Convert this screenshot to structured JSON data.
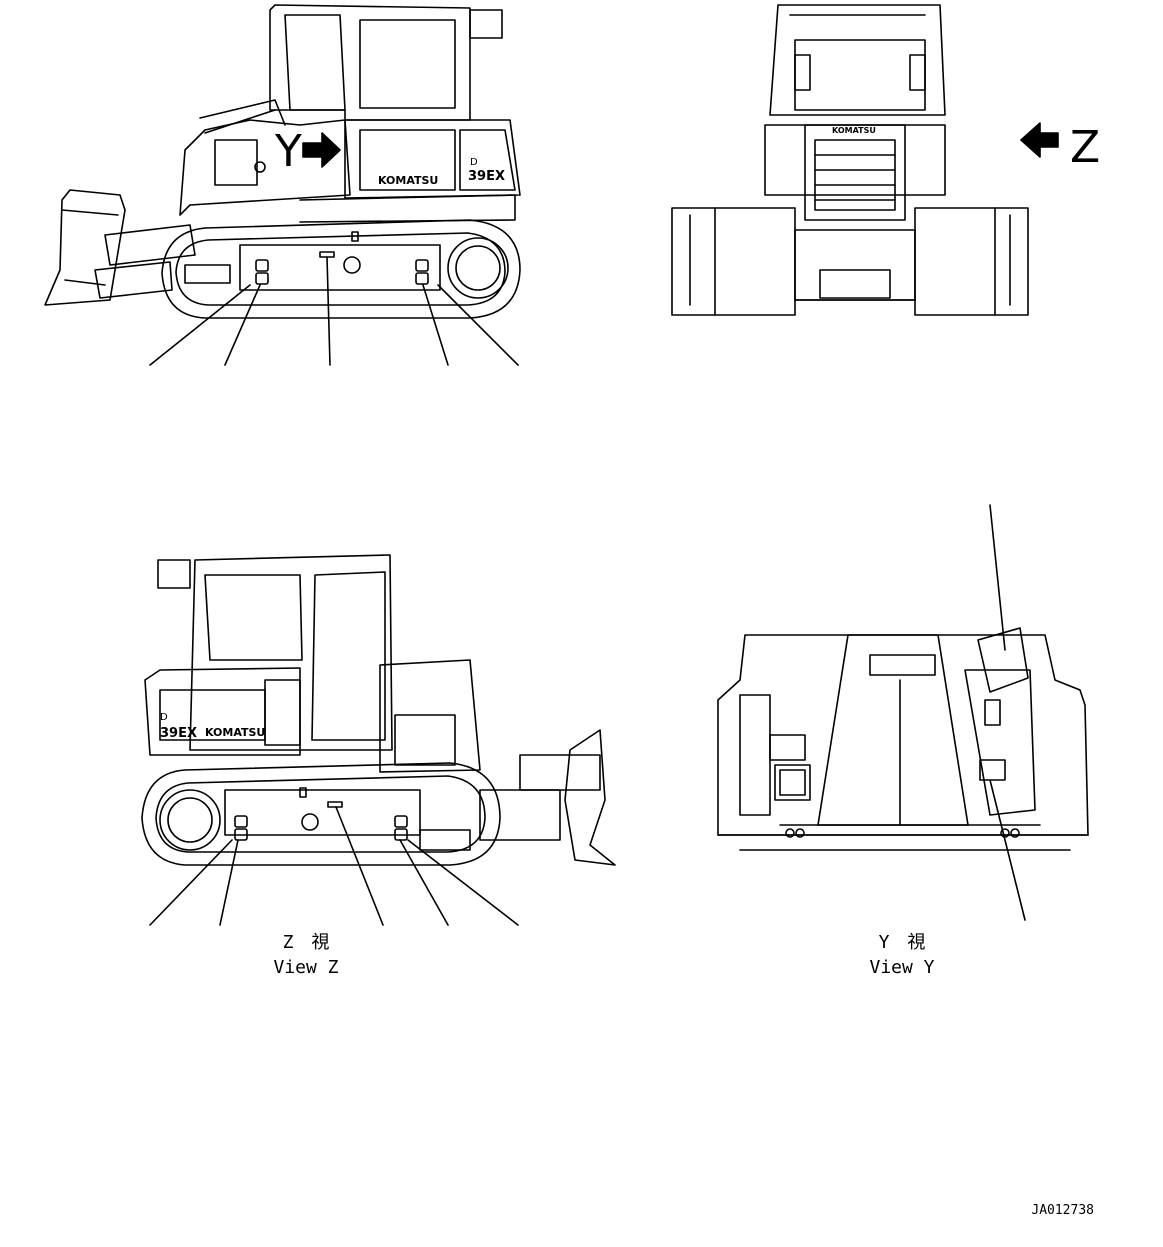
{
  "drawing": {
    "view_markers": {
      "y": "Y",
      "z": "Z"
    },
    "brand_text": "KOMATSU",
    "model_text": "39EX",
    "model_prefix": "D",
    "caption_z": {
      "jp": "Z　視",
      "en": "View Z"
    },
    "caption_y": {
      "jp": "Y　視",
      "en": "View Y"
    },
    "drawing_number": "JA012738"
  },
  "colors": {
    "line": "#000000",
    "background": "#ffffff"
  }
}
